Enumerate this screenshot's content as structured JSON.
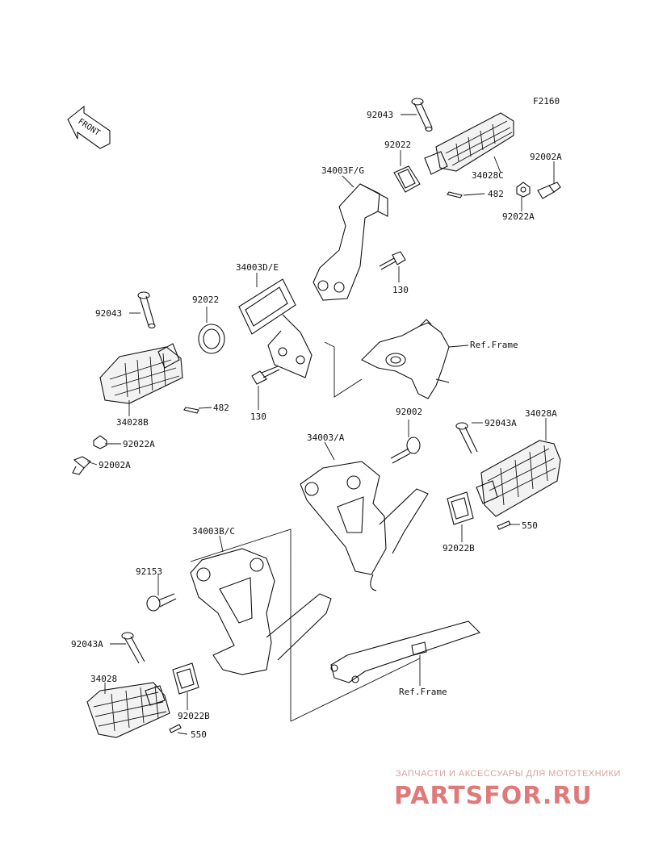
{
  "diagram_code": "F2160",
  "front_label": "FRONT",
  "callouts": {
    "c92043_top": "92043",
    "c92022_top": "92022",
    "c34003fg": "34003F/G",
    "c92002a_top": "92002A",
    "c34028c": "34028C",
    "c482_top": "482",
    "c92022a_top": "92022A",
    "c34003de": "34003D/E",
    "c130_upper": "130",
    "c92043_left": "92043",
    "c92022_left": "92022",
    "c482_left": "482",
    "c34028b": "34028B",
    "c130_lower": "130",
    "c92022a_left": "92022A",
    "c92002a_left": "92002A",
    "ref_frame_upper": "Ref.Frame",
    "c92002": "92002",
    "c34003a": "34003/A",
    "c92043a_right": "92043A",
    "c34028a": "34028A",
    "c550_right": "550",
    "c92022b_right": "92022B",
    "c34003bc": "34003B/C",
    "c92153": "92153",
    "c92043a_left": "92043A",
    "c34028": "34028",
    "c92022b_left": "92022B",
    "c550_left": "550",
    "ref_frame_lower": "Ref.Frame"
  },
  "watermark": {
    "tagline": "ЗАПЧАСТИ И АКСЕССУАРЫ ДЛЯ МОТОТЕХНИКИ",
    "brand": "PARTSFOR.RU"
  }
}
